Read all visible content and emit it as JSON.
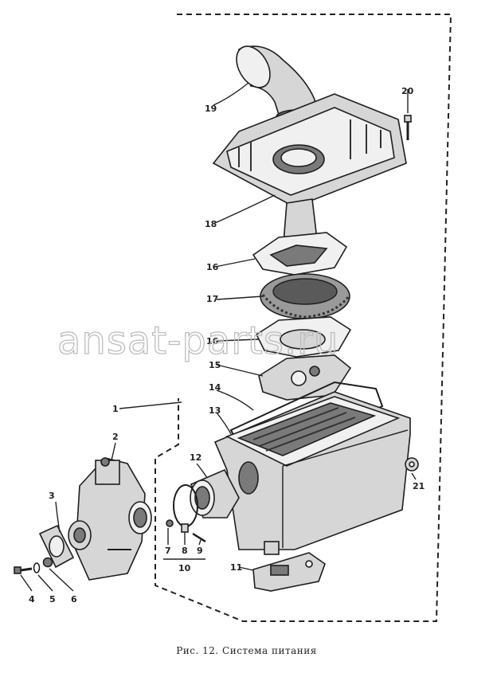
{
  "caption": "Рис. 12. Система питания",
  "watermark": "ansat-parts.ru",
  "callouts": {
    "n1": "1",
    "n2": "2",
    "n3": "3",
    "n4": "4",
    "n5": "5",
    "n6": "6",
    "n7": "7",
    "n8": "8",
    "n9": "9",
    "n10": "10",
    "n11": "11",
    "n12": "12",
    "n13": "13",
    "n14": "14",
    "n15": "15",
    "n16a": "16",
    "n16b": "16",
    "n17": "17",
    "n18": "18",
    "n19": "19",
    "n20": "20",
    "n21": "21"
  }
}
